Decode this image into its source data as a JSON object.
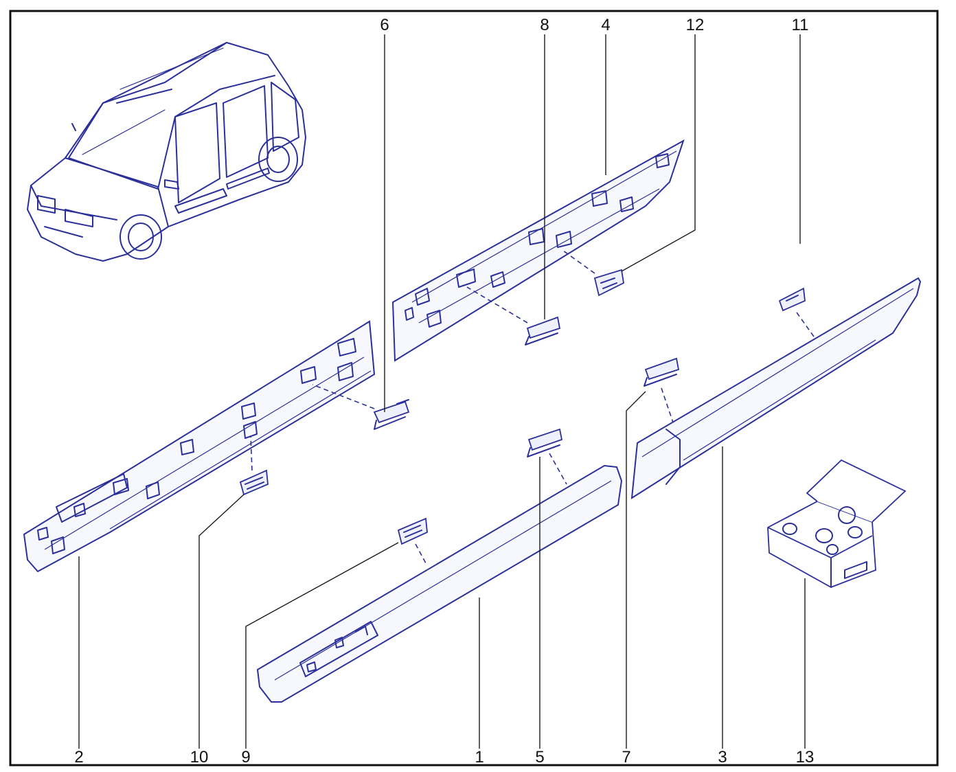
{
  "callouts": {
    "c1": "1",
    "c2": "2",
    "c3": "3",
    "c4": "4",
    "c5": "5",
    "c6": "6",
    "c7": "7",
    "c8": "8",
    "c9": "9",
    "c10": "10",
    "c11": "11",
    "c12": "12",
    "c13": "13"
  },
  "colors": {
    "line_art": "#2a2f9a",
    "frame": "#111111",
    "background": "#ffffff"
  }
}
